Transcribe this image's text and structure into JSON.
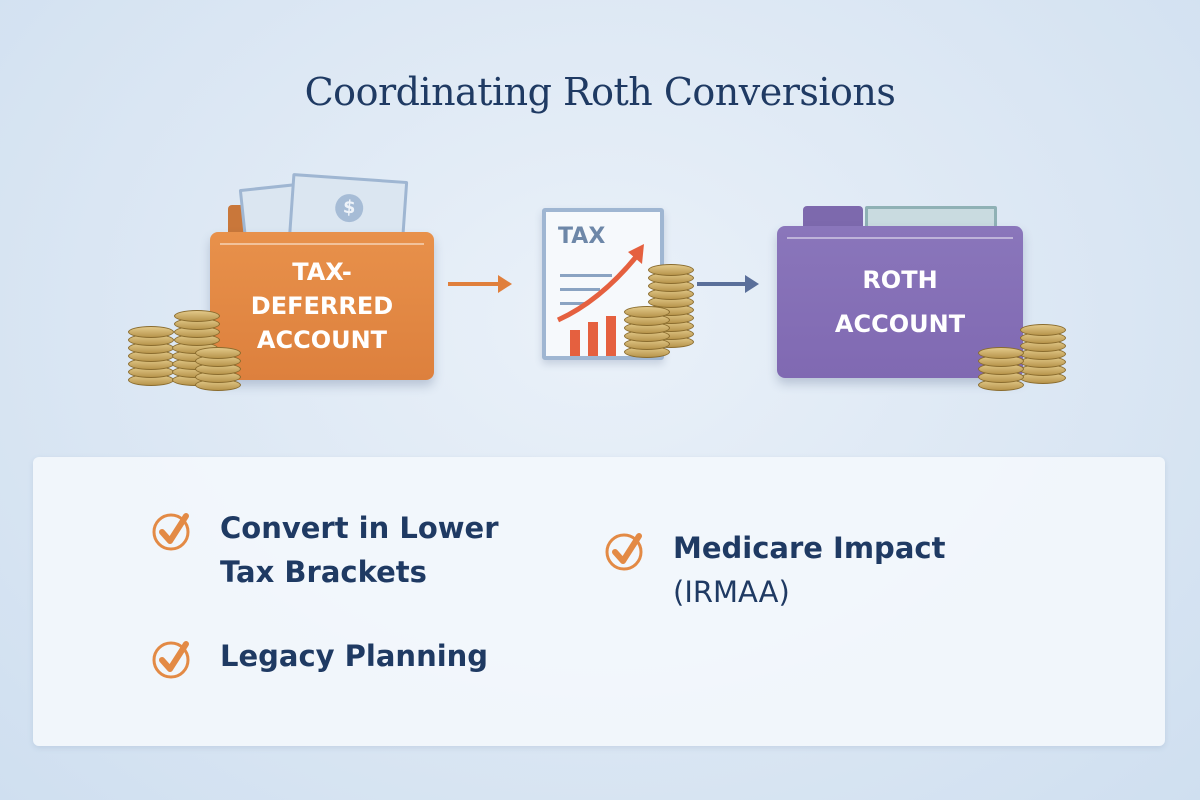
{
  "title": "Coordinating Roth Conversions",
  "flow": {
    "source": {
      "lines": [
        "TAX-",
        "DEFERRED",
        "ACCOUNT"
      ],
      "color": "#e38a45",
      "icon": "folder-icon"
    },
    "middle": {
      "label": "TAX",
      "icon": "tax-document-icon",
      "arrow_color": "#e05a3a"
    },
    "target": {
      "lines": [
        "ROTH",
        "ACCOUNT"
      ],
      "color": "#8873b8",
      "icon": "folder-icon"
    },
    "arrow1_color": "#e07f3c",
    "arrow2_color": "#5a6f9a"
  },
  "considerations": [
    {
      "line1": "Convert in Lower",
      "line2": "Tax Brackets",
      "line2_bold": true
    },
    {
      "line1": "Legacy Planning",
      "line2": ""
    },
    {
      "line1": "Medicare Impact",
      "line2": "(IRMAA)",
      "line2_bold": false
    }
  ],
  "colors": {
    "title": "#1f3a63",
    "check": "#e38a45",
    "text": "#1f3a63"
  }
}
